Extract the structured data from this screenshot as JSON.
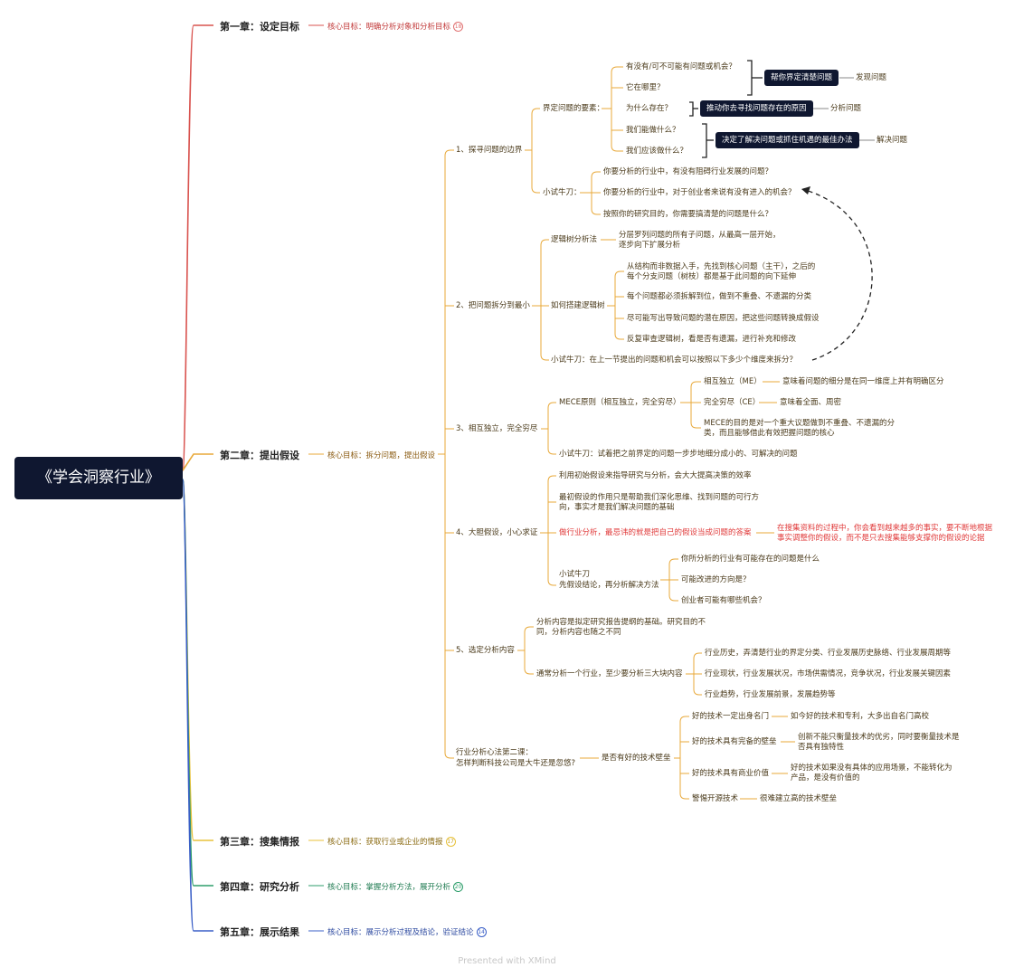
{
  "root": "《学会洞察行业》",
  "colors": {
    "red": "#d9534f",
    "orange": "#e8a93a",
    "yellow": "#e8c23a",
    "green": "#2e9e6b",
    "blue": "#3a5fc7",
    "navy": "#0f1730",
    "text_red": "#e03a3a"
  },
  "chapters": {
    "c1": {
      "title": "第一章：设定目标",
      "goal": "核心目标：明确分析对象和分析目标",
      "badge": "18"
    },
    "c2": {
      "title": "第二章：提出假设",
      "goal": "核心目标：拆分问题，提出假设"
    },
    "c3": {
      "title": "第三章：搜集情报",
      "goal": "核心目标：获取行业或企业的情报",
      "badge": "17"
    },
    "c4": {
      "title": "第四章：研究分析",
      "goal": "核心目标：掌握分析方法，展开分析",
      "badge": "20"
    },
    "c5": {
      "title": "第五章：展示结果",
      "goal": "核心目标：展示分析过程及结论，验证结论",
      "badge": "14"
    }
  },
  "s1": {
    "title": "1、探寻问题的边界",
    "define": "界定问题的要素：",
    "q1": "有没有/可不可能有问题或机会？",
    "q2": "它在哪里？",
    "q3": "为什么存在？",
    "q4": "我们能做什么？",
    "q5": "我们应该做什么？",
    "p1": "帮你界定清楚问题",
    "r1": "发现问题",
    "p2": "推动你去寻找问题存在的原因",
    "r2": "分析问题",
    "p3": "决定了解决问题或抓住机遇的最佳办法",
    "r3": "解决问题",
    "try": "小试牛刀：",
    "t1": "你要分析的行业中，有没有阻碍行业发展的问题？",
    "t2": "你要分析的行业中，对于创业者来说有没有进入的机会？",
    "t3": "按照你的研究目的，你需要搞清楚的问题是什么？"
  },
  "s2": {
    "title": "2、把问题拆分到最小",
    "logic": "逻辑树分析法",
    "logic_desc": "分层罗列问题的所有子问题，从最高一层开始，逐步向下扩展分析",
    "build": "如何搭建逻辑树",
    "b1": "从结构而非数据入手，先找到核心问题（主干），之后的每个分支问题（树枝）都是基于此问题的向下延伸",
    "b2": "每个问题都必须拆解到位，做到不重叠、不遗漏的分类",
    "b3": "尽可能写出导致问题的潜在原因，把这些问题转换成假设",
    "b4": "反复审查逻辑树，看是否有遗漏，进行补充和修改",
    "try": "小试牛刀：在上一节提出的问题和机会可以按照以下多少个维度来拆分？"
  },
  "s3": {
    "title": "3、相互独立，完全穷尽",
    "mece": "MECE原则（相互独立，完全穷尽）",
    "me": "相互独立（ME）",
    "me_desc": "意味着问题的细分是在同一维度上并有明确区分",
    "ce": "完全穷尽（CE）",
    "ce_desc": "意味着全面、周密",
    "purpose": "MECE的目的是对一个重大议题做到不重叠、不遗漏的分类，而且能够借此有效把握问题的核心",
    "try": "小试牛刀：试着把之前界定的问题一步步地细分成小的、可解决的问题"
  },
  "s4": {
    "title": "4、大胆假设，小心求证",
    "a1": "利用初始假设来指导研究与分析，会大大提高决策的效率",
    "a2": "最初假设的作用只是帮助我们深化思维、找到问题的可行方向，事实才是我们解决问题的基础",
    "a3": "做行业分析，最忌讳的就是把自己的假设当成问题的答案",
    "a3_desc": "在搜集资料的过程中，你会看到越来越多的事实，要不断地根据事实调整你的假设，而不是只去搜集能够支撑你的假设的论据",
    "try1": "小试牛刀",
    "try2": "先假设结论，再分析解决方法",
    "x1": "你所分析的行业有可能存在的问题是什么",
    "x2": "可能改进的方向是？",
    "x3": "创业者可能有哪些机会？"
  },
  "s5": {
    "title": "5、选定分析内容",
    "c1": "分析内容是拟定研究报告提纲的基础。研究目的不同，分析内容也随之不同",
    "c2": "通常分析一个行业，至少要分析三大块内容",
    "h": "行业历史，弄清楚行业的界定分类、行业发展历史脉络、行业发展周期等",
    "n": "行业现状，行业发展状况，市场供需情况，竞争状况，行业发展关键因素",
    "f": "行业趋势，行业发展前景，发展趋势等"
  },
  "s6": {
    "title1": "行业分析心法第二课：",
    "title2": "怎样判断科技公司是大牛还是忽悠?",
    "wall": "是否有好的技术壁垒",
    "w1": "好的技术一定出身名门",
    "w1d": "如今好的技术和专利，大多出自名门高校",
    "w2": "好的技术具有完备的壁垒",
    "w2d": "创新不能只衡量技术的优劣，同时要衡量技术是否具有独特性",
    "w3": "好的技术具有商业价值",
    "w3d": "好的技术如果没有具体的应用场景，不能转化为产品，是没有价值的",
    "w4": "警惕开源技术",
    "w4d": "很难建立高的技术壁垒"
  },
  "footer": "Presented with XMind"
}
